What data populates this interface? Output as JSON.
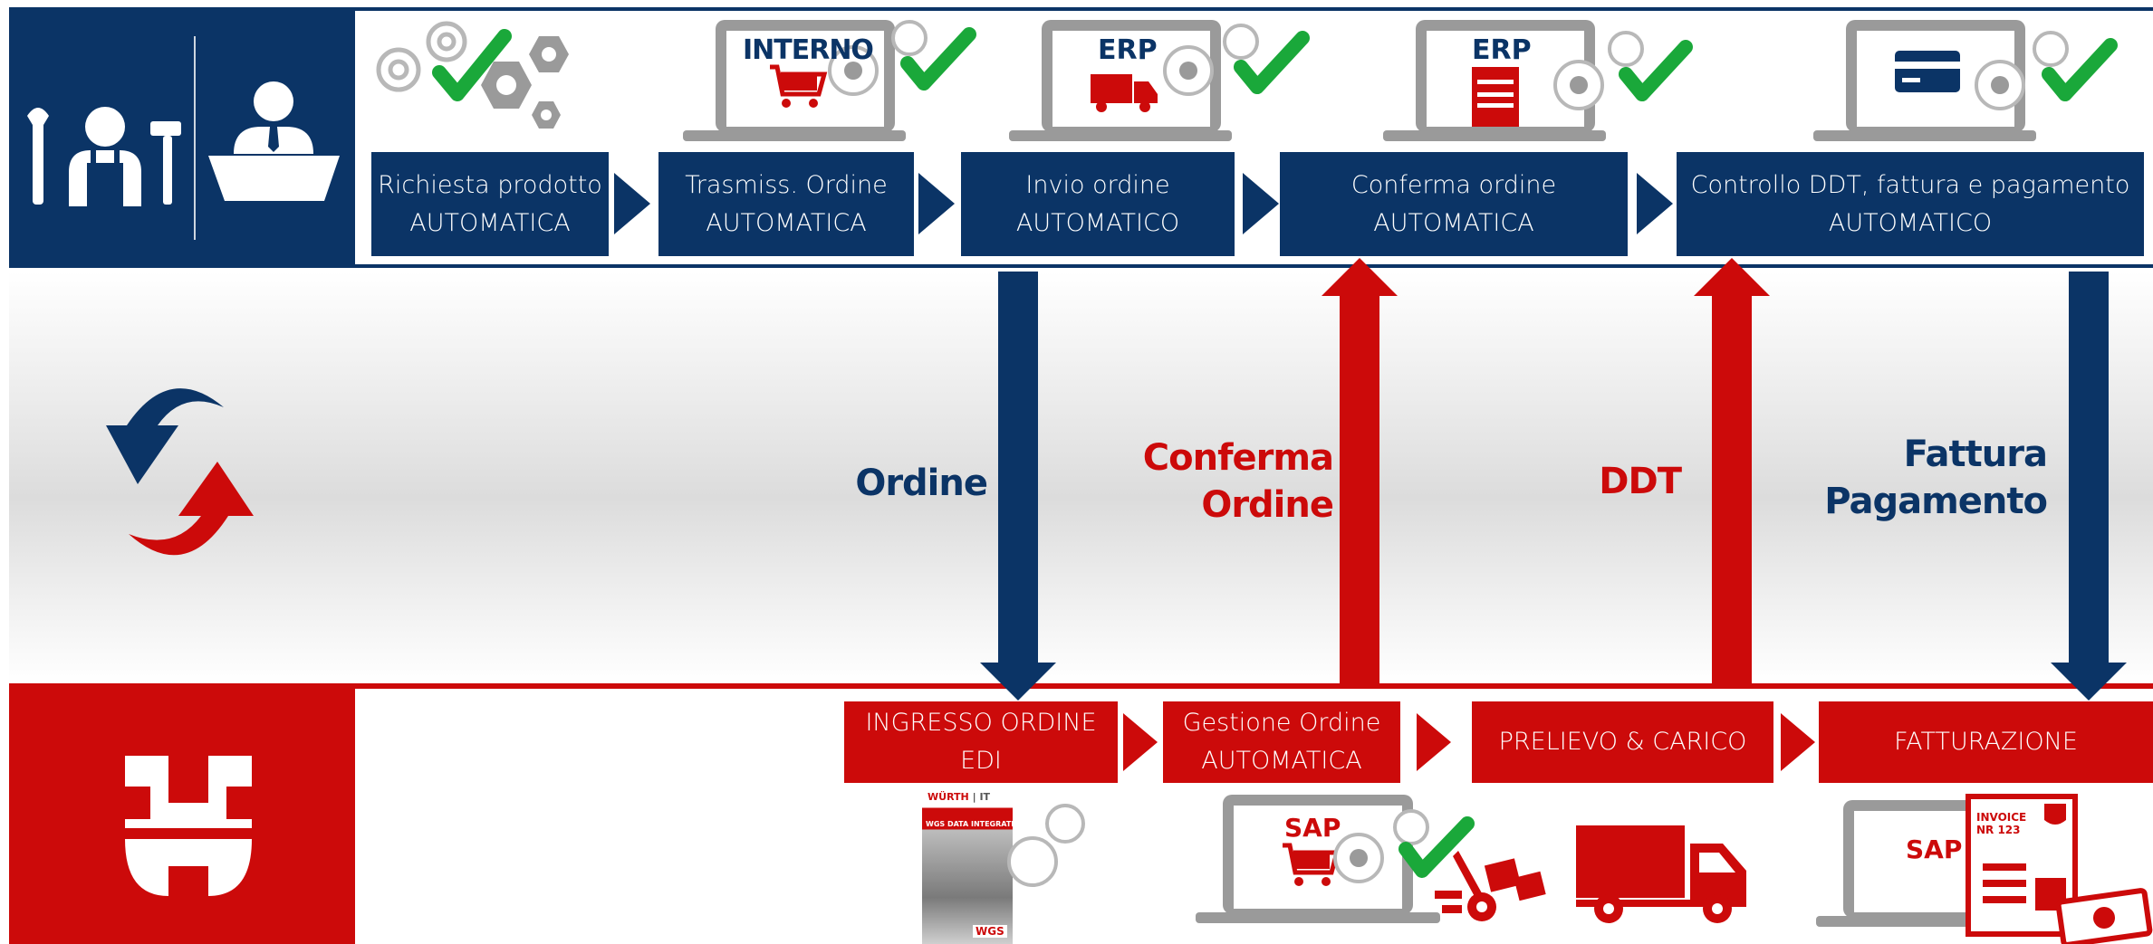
{
  "colors": {
    "navy": "#0b3466",
    "red": "#cc0a0a",
    "green": "#1aa83a",
    "gray": "#9a9a9a"
  },
  "customer_steps": [
    {
      "line1": "Richiesta prodotto",
      "line2": "AUTOMATICA"
    },
    {
      "line1": "Trasmiss. Ordine",
      "line2": "AUTOMATICA"
    },
    {
      "line1": "Invio ordine",
      "line2": "AUTOMATICO"
    },
    {
      "line1": "Conferma ordine",
      "line2": "AUTOMATICA"
    },
    {
      "line1": "Controllo DDT, fattura e pagamento",
      "line2": "AUTOMATICO"
    }
  ],
  "supplier_steps": [
    {
      "line1": "INGRESSO ORDINE",
      "line2": "EDI"
    },
    {
      "line1": "Gestione Ordine",
      "line2": "AUTOMATICA"
    },
    {
      "line1": "PRELIEVO & CARICO",
      "line2": ""
    },
    {
      "line1": "FATTURAZIONE",
      "line2": ""
    }
  ],
  "flows": [
    {
      "line1": "Ordine",
      "line2": "",
      "direction": "down"
    },
    {
      "line1": "Conferma",
      "line2": "Ordine",
      "direction": "up"
    },
    {
      "line1": "DDT",
      "line2": "",
      "direction": "up"
    },
    {
      "line1": "Fattura",
      "line2": "Pagamento",
      "direction": "down"
    }
  ],
  "screen_labels": {
    "interno": "INTERNO",
    "erp_1": "ERP",
    "erp_2": "ERP",
    "sap_1": "SAP",
    "sap_2": "SAP"
  },
  "invoice": {
    "line1": "INVOICE",
    "line2": "NR 123"
  },
  "brochure": {
    "brand": "WÜRTH",
    "division": "IT",
    "title": "WGS DATA INTEGRATION",
    "logo": "WGS"
  },
  "icons": {
    "customer": [
      "worker-icon",
      "clerk-icon"
    ],
    "sync": "sync-arrows-icon",
    "supplier": "wurth-logo"
  }
}
